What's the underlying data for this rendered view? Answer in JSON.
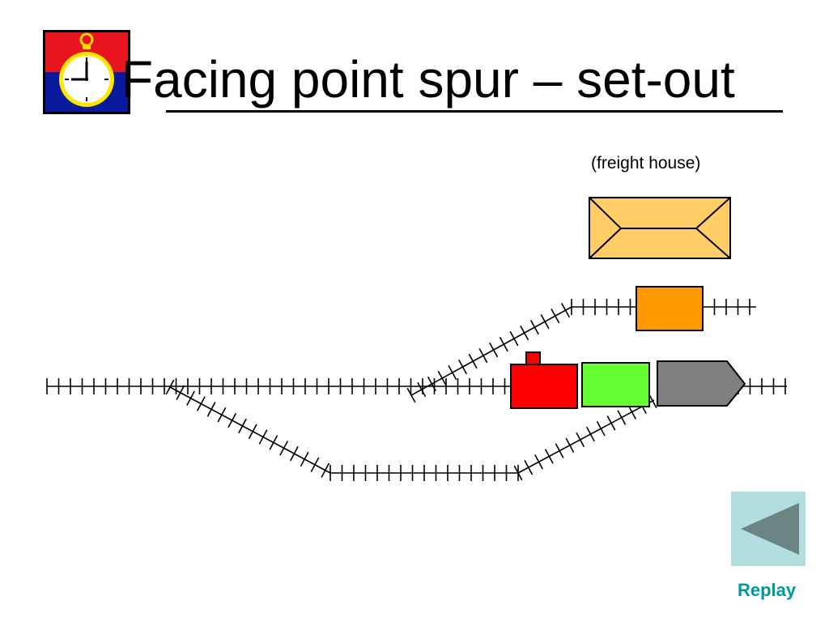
{
  "slide": {
    "title": "Facing point spur – set-out"
  },
  "diagram": {
    "freight_house_label": "(freight house)",
    "colors": {
      "freight_house": "#FFCC66",
      "orange_car": "#FF9900",
      "locomotive": "#FF0000",
      "green_car": "#66FF33",
      "gray_car": "#808080",
      "track": "#000000"
    }
  },
  "controls": {
    "replay_label": "Replay",
    "replay_button_color": "#B2DEE0",
    "replay_arrow_color": "#6B8585"
  },
  "icons": {
    "clock": "pocket-watch-icon",
    "replay": "back-arrow-icon"
  }
}
